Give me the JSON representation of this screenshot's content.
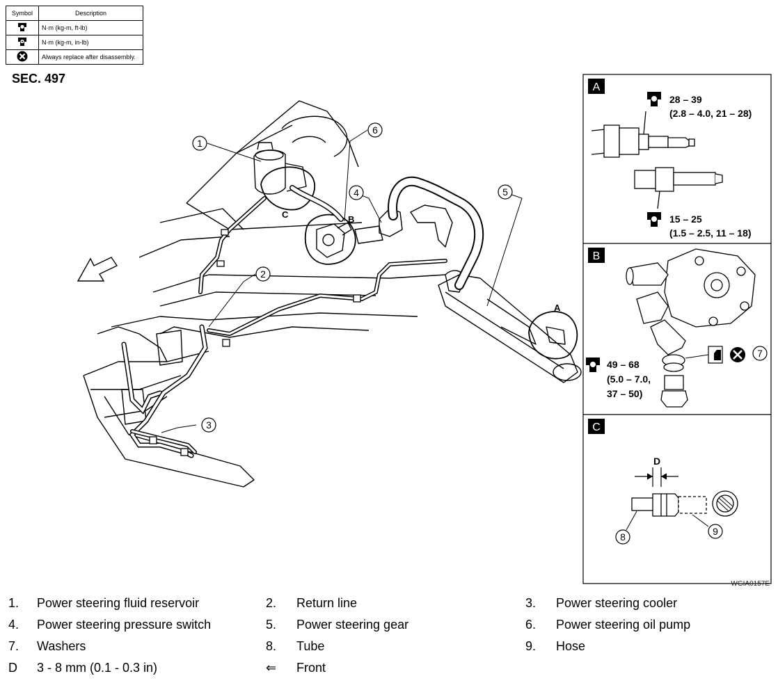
{
  "symbol_table": {
    "headers": {
      "symbol": "Symbol",
      "description": "Description"
    },
    "rows": [
      {
        "icon": "torque-wrench-icon",
        "description": "N·m (kg-m, ft-lb)"
      },
      {
        "icon": "torque-wrench-small-icon",
        "description": "N·m (kg-m, in-lb)"
      },
      {
        "icon": "replace-x-icon",
        "description": "Always replace after disassembly."
      }
    ]
  },
  "section": "SEC. 497",
  "callouts": [
    "1",
    "2",
    "3",
    "4",
    "5",
    "6"
  ],
  "detail_refs": {
    "a": "A",
    "b": "B",
    "c": "C"
  },
  "panels": {
    "a": {
      "label": "A",
      "torque_top": {
        "value": "28 – 39",
        "units": "(2.8 – 4.0, 21 – 28)"
      },
      "torque_bottom": {
        "value": "15 – 25",
        "units": "(1.5 – 2.5, 11 – 18)"
      }
    },
    "b": {
      "label": "B",
      "callout": "7",
      "torque": {
        "value": "49 – 68",
        "units1": "(5.0 – 7.0,",
        "units2": "37 – 50)"
      }
    },
    "c": {
      "label": "C",
      "dim": "D",
      "callouts": [
        "8",
        "9"
      ]
    }
  },
  "figure_code": "WGIA0157E",
  "legend": [
    [
      {
        "num": "1.",
        "text": "Power steering fluid reservoir"
      },
      {
        "num": "2.",
        "text": "Return line"
      },
      {
        "num": "3.",
        "text": "Power steering cooler"
      }
    ],
    [
      {
        "num": "4.",
        "text": "Power steering pressure switch"
      },
      {
        "num": "5.",
        "text": "Power steering gear"
      },
      {
        "num": "6.",
        "text": "Power steering oil pump"
      }
    ],
    [
      {
        "num": "7.",
        "text": "Washers"
      },
      {
        "num": "8.",
        "text": "Tube"
      },
      {
        "num": "9.",
        "text": "Hose"
      }
    ],
    [
      {
        "num": "D",
        "text": "3 - 8 mm (0.1 - 0.3 in)"
      },
      {
        "num": "⇐",
        "text": "Front"
      },
      {
        "num": "",
        "text": ""
      }
    ]
  ]
}
